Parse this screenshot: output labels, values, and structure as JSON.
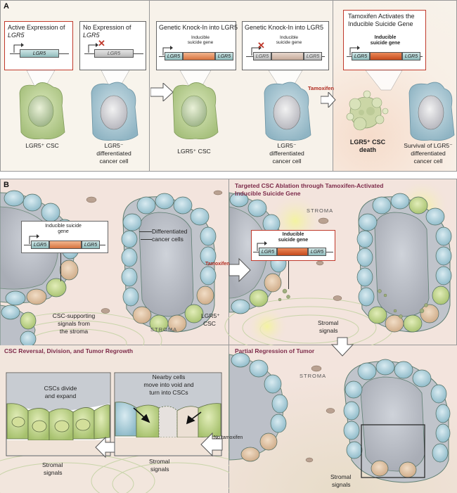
{
  "panel_a": {
    "label": "A",
    "gene_label": "LGR5",
    "inducible_gene_label": "Inducible suicide gene",
    "cell1": {
      "callout_line1": "Active Expression of",
      "callout_line2": "LGR5",
      "caption": "LGR5⁺ CSC"
    },
    "cell2": {
      "callout_line1": "No Expression of",
      "callout_line2": "LGR5",
      "caption_line1": "LGR5⁻",
      "caption_line2": "differentiated",
      "caption_line3": "cancer cell"
    },
    "cell3": {
      "callout": "Genetic Knock-In into LGR5",
      "caption": "LGR5⁺ CSC"
    },
    "cell4": {
      "callout": "Genetic Knock-In into LGR5",
      "caption_line1": "LGR5⁻",
      "caption_line2": "differentiated",
      "caption_line3": "cancer cell"
    },
    "tamoxifen_label": "Tamoxifen",
    "cell5": {
      "callout_line1": "Tamoxifen Activates the",
      "callout_line2": "Inducible Suicide Gene",
      "caption_line1": "LGR5⁺ CSC",
      "caption_line2": "death"
    },
    "cell6": {
      "caption_line1": "Survival of LGR5⁻",
      "caption_line2": "differentiated",
      "caption_line3": "cancer cell"
    }
  },
  "panel_b": {
    "label": "B",
    "gene_label": "LGR5",
    "inducible_gene_label": "Inducible suicide gene",
    "q1": {
      "differentiated_line1": "Differentiated",
      "differentiated_line2": "cancer cells",
      "lgr5_line1": "LGR5⁺",
      "lgr5_line2": "CSC",
      "signals_line1": "CSC-supporting",
      "signals_line2": "signals from",
      "signals_line3": "the stroma",
      "stroma": "STROMA"
    },
    "q2": {
      "title_line1": "Targeted CSC Ablation through Tamoxifen-Activated",
      "title_line2": "Inducible Suicide Gene",
      "stroma": "STROMA",
      "tamoxifen": "Tamoxifen",
      "signals_line1": "Stromal",
      "signals_line2": "signals"
    },
    "q3": {
      "title": "CSC Reversal, Division, and Tumor Regrowth",
      "divide_line1": "CSCs divide",
      "divide_line2": "and expand",
      "nearby_line1": "Nearby cells",
      "nearby_line2": "move into void and",
      "nearby_line3": "turn into CSCs",
      "signals_left_line1": "Stromal",
      "signals_left_line2": "signals",
      "signals_right_line1": "Stromal",
      "signals_right_line2": "signals"
    },
    "q4": {
      "title": "Partial Regression of Tumor",
      "stroma": "STROMA",
      "no_tamoxifen": "No tamoxifen",
      "signals_line1": "Stromal",
      "signals_line2": "signals"
    }
  },
  "colors": {
    "plum_title": "#7d2b4a",
    "callout_red": "#c0392b",
    "csc_green": "#bfd79b",
    "diff_blue": "#a9cbd6",
    "stroma_pink": "#f3e4dd"
  }
}
